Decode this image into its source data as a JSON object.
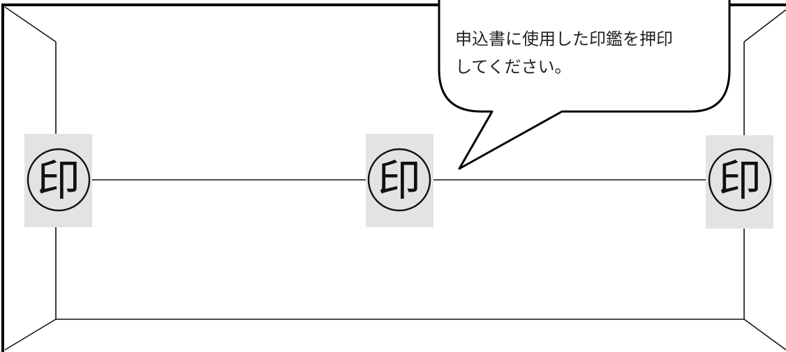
{
  "callout": {
    "line1": "申込書に使用した印鑑を押印",
    "line2": "してください。"
  },
  "seals": [
    {
      "glyph": "印"
    },
    {
      "glyph": "印"
    },
    {
      "glyph": "印"
    }
  ]
}
